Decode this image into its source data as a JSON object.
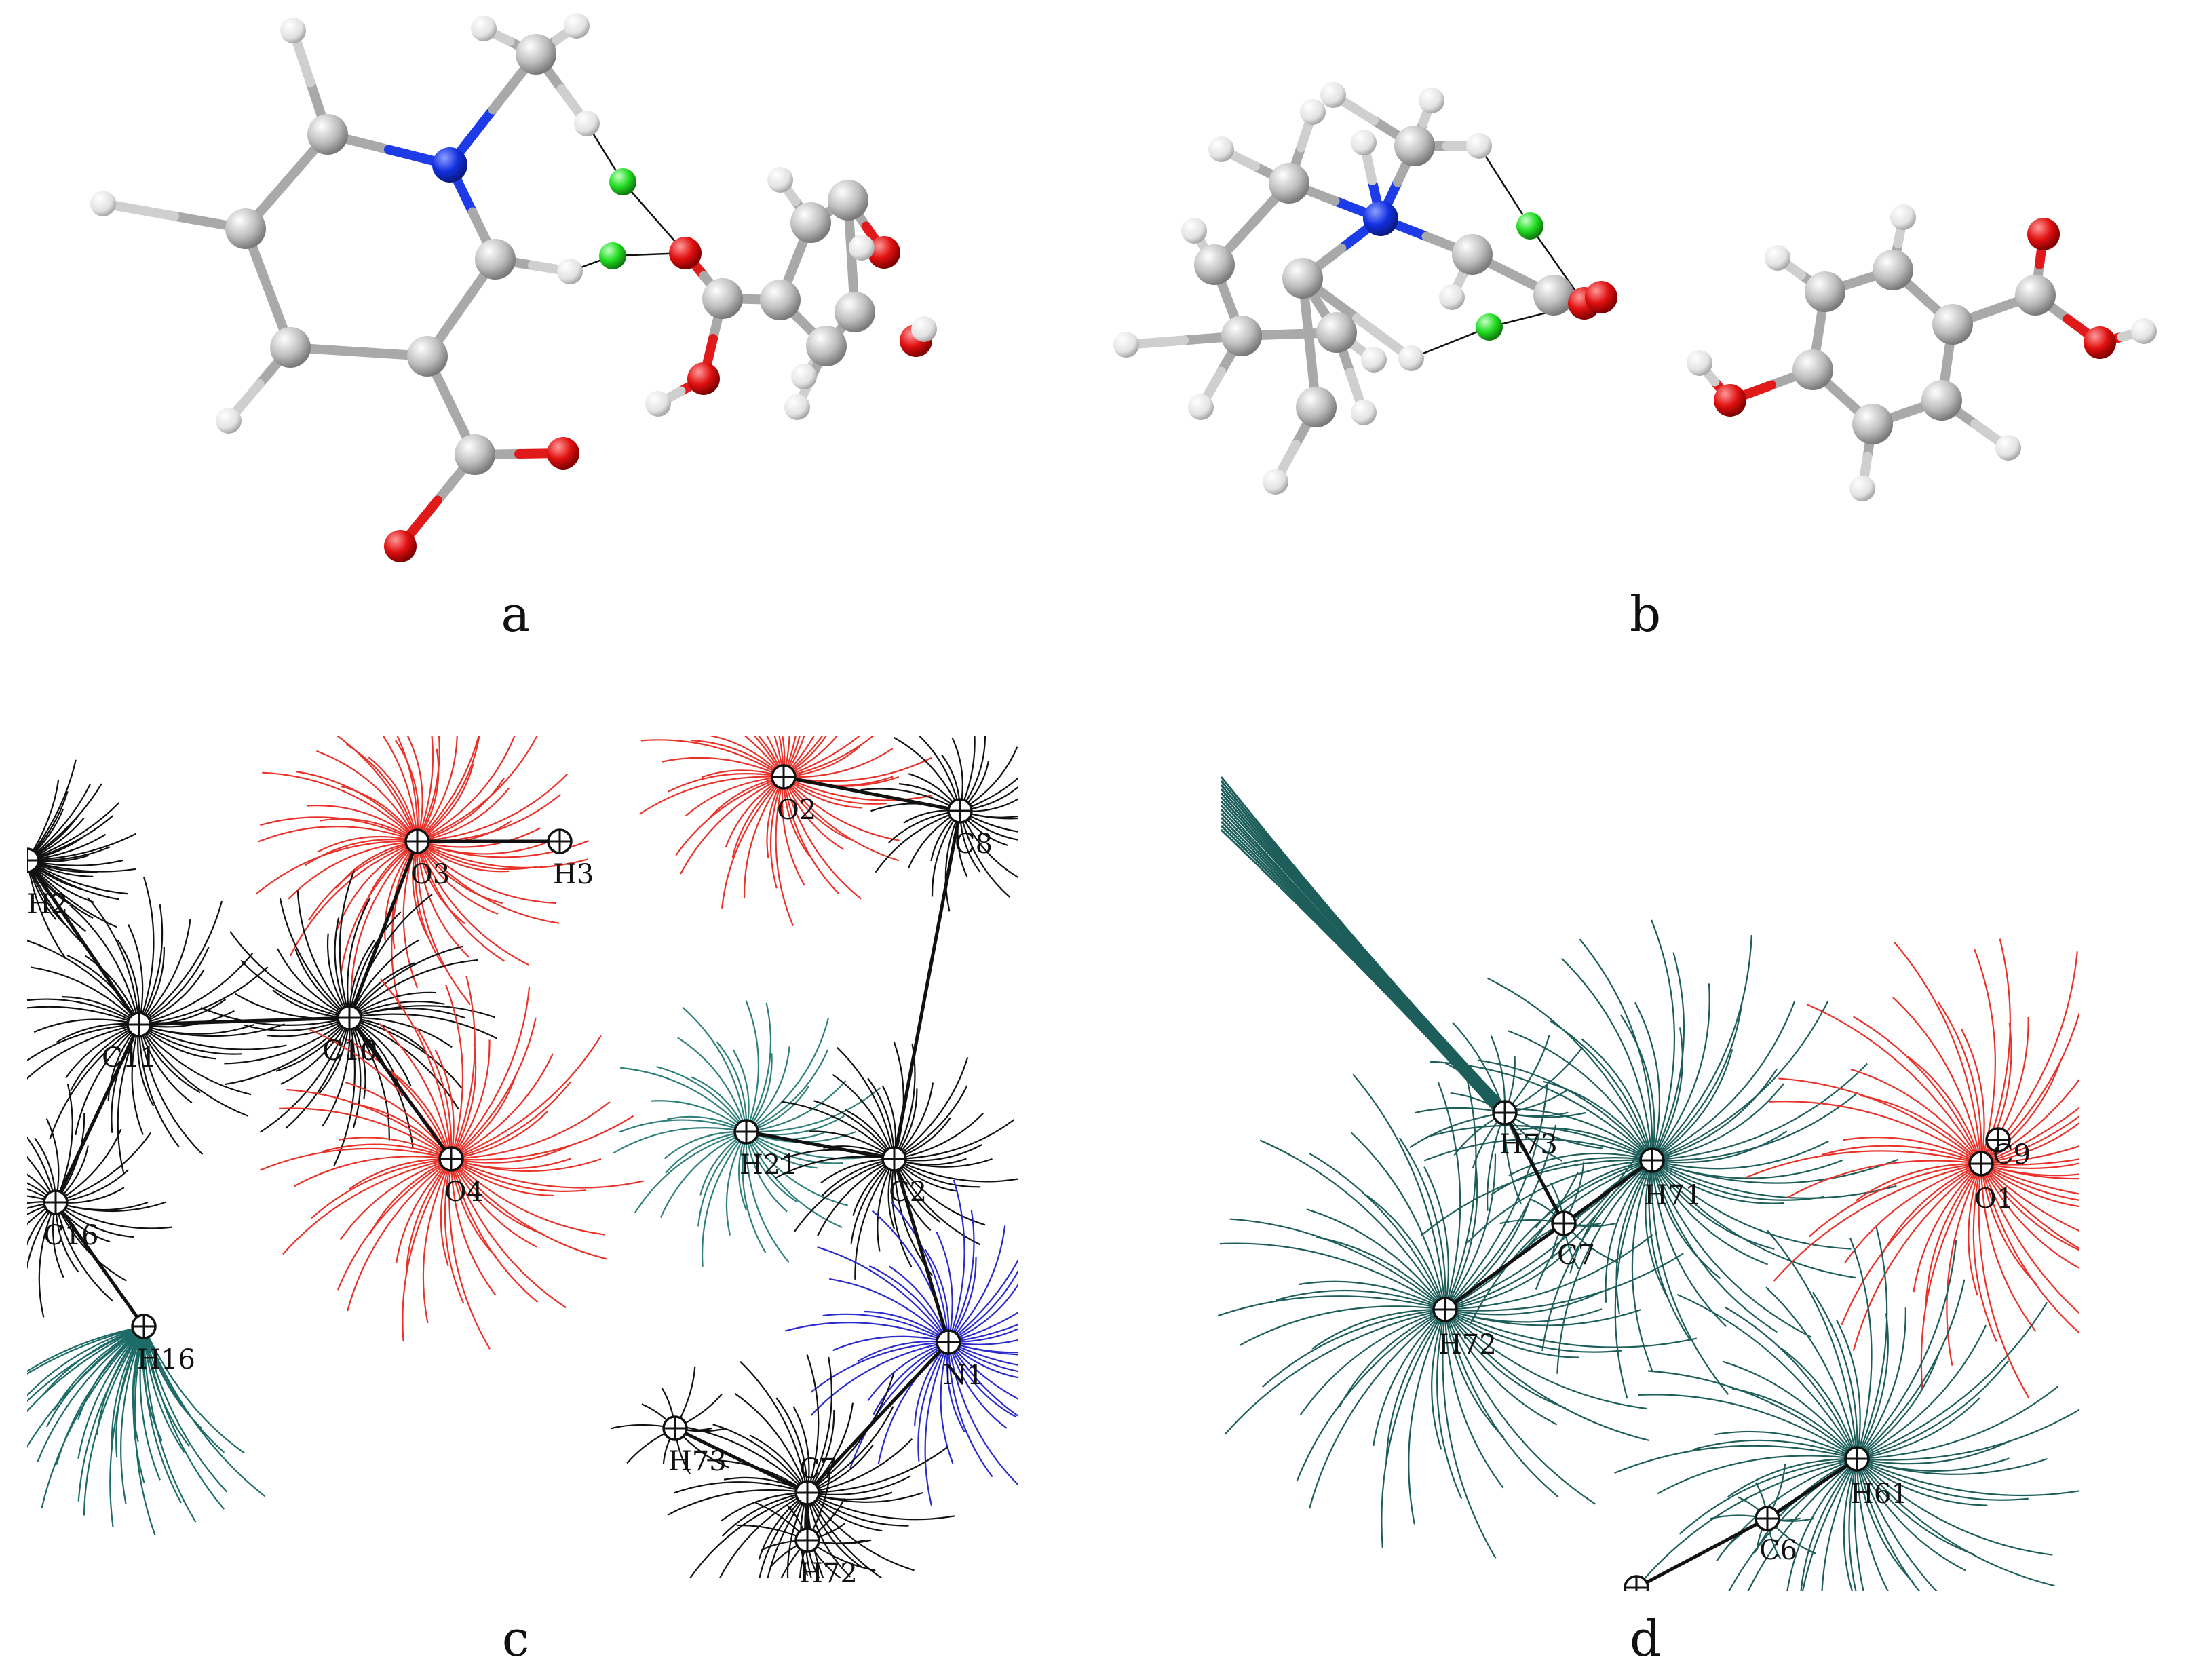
{
  "panels": {
    "a": {
      "caption": "a"
    },
    "b": {
      "caption": "b"
    },
    "c": {
      "caption": "c",
      "atoms": [
        {
          "id": "h2",
          "label": "H2",
          "color": "#111111"
        },
        {
          "id": "o3",
          "label": "O3",
          "color": "#e8322a"
        },
        {
          "id": "h3",
          "label": "H3",
          "color": "#111111"
        },
        {
          "id": "o2",
          "label": "O2",
          "color": "#e8322a"
        },
        {
          "id": "c8",
          "label": "C8",
          "color": "#111111"
        },
        {
          "id": "c11",
          "label": "C11",
          "color": "#111111"
        },
        {
          "id": "c10",
          "label": "C10",
          "color": "#111111"
        },
        {
          "id": "o4",
          "label": "O4",
          "color": "#e8322a"
        },
        {
          "id": "h21",
          "label": "H21",
          "color": "#2f7f7a"
        },
        {
          "id": "c2",
          "label": "C2",
          "color": "#111111"
        },
        {
          "id": "c16",
          "label": "C16",
          "color": "#111111"
        },
        {
          "id": "h16",
          "label": "H16",
          "color": "#1d6b66"
        },
        {
          "id": "n1",
          "label": "N1",
          "color": "#2a2acd"
        },
        {
          "id": "h73",
          "label": "H73",
          "color": "#111111"
        },
        {
          "id": "c7",
          "label": "C7",
          "color": "#111111"
        },
        {
          "id": "h72",
          "label": "H72",
          "color": "#111111"
        }
      ]
    },
    "d": {
      "caption": "d",
      "atoms": [
        {
          "id": "h73",
          "label": "H73",
          "color": "#1d5e5a"
        },
        {
          "id": "h71",
          "label": "H71",
          "color": "#1d5e5a"
        },
        {
          "id": "c7",
          "label": "C7",
          "color": "#1d5e5a"
        },
        {
          "id": "h72",
          "label": "H72",
          "color": "#1d5e5a"
        },
        {
          "id": "o1",
          "label": "O1",
          "color": "#e8322a"
        },
        {
          "id": "c9",
          "label": "C9",
          "color": "#111111"
        },
        {
          "id": "h61",
          "label": "H61",
          "color": "#1d5e5a"
        },
        {
          "id": "c6",
          "label": "C6",
          "color": "#1d5e5a"
        }
      ]
    }
  },
  "colors": {
    "carbon": "#b8b8b8",
    "hydrogen": "#ececec",
    "nitrogen": "#1230e0",
    "oxygen": "#e01010",
    "critical_point": "#22dd22",
    "teal": "#1d5e5a",
    "red": "#e8322a",
    "blue": "#2a2acd"
  }
}
